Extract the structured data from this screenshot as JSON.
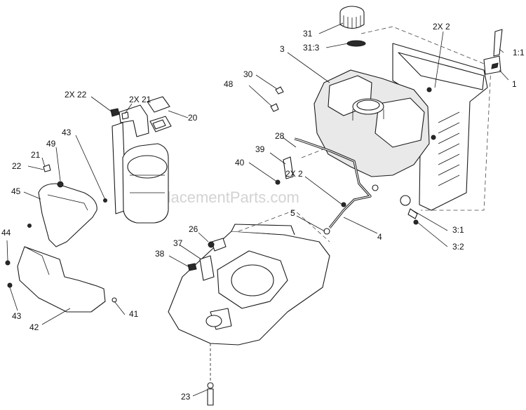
{
  "watermark": "eReplacementParts.com",
  "callouts": [
    {
      "id": "c-31",
      "text": "31"
    },
    {
      "id": "c-31-3",
      "text": "31:3"
    },
    {
      "id": "c-2x2-top",
      "text": "2X 2"
    },
    {
      "id": "c-3",
      "text": "3"
    },
    {
      "id": "c-1-1",
      "text": "1:1"
    },
    {
      "id": "c-1",
      "text": "1"
    },
    {
      "id": "c-30",
      "text": "30"
    },
    {
      "id": "c-48",
      "text": "48"
    },
    {
      "id": "c-2x22",
      "text": "2X 22"
    },
    {
      "id": "c-2x21",
      "text": "2X 21"
    },
    {
      "id": "c-20",
      "text": "20"
    },
    {
      "id": "c-43-top",
      "text": "43"
    },
    {
      "id": "c-21",
      "text": "21"
    },
    {
      "id": "c-49",
      "text": "49"
    },
    {
      "id": "c-22",
      "text": "22"
    },
    {
      "id": "c-45",
      "text": "45"
    },
    {
      "id": "c-28",
      "text": "28"
    },
    {
      "id": "c-39",
      "text": "39"
    },
    {
      "id": "c-40",
      "text": "40"
    },
    {
      "id": "c-2x2-mid",
      "text": "2X 2"
    },
    {
      "id": "c-5",
      "text": "5"
    },
    {
      "id": "c-4",
      "text": "4"
    },
    {
      "id": "c-3-1",
      "text": "3:1"
    },
    {
      "id": "c-3-2",
      "text": "3:2"
    },
    {
      "id": "c-26",
      "text": "26"
    },
    {
      "id": "c-37",
      "text": "37"
    },
    {
      "id": "c-38",
      "text": "38"
    },
    {
      "id": "c-44",
      "text": "44"
    },
    {
      "id": "c-43-bottom",
      "text": "43"
    },
    {
      "id": "c-42",
      "text": "42"
    },
    {
      "id": "c-41",
      "text": "41"
    },
    {
      "id": "c-23",
      "text": "23"
    }
  ]
}
